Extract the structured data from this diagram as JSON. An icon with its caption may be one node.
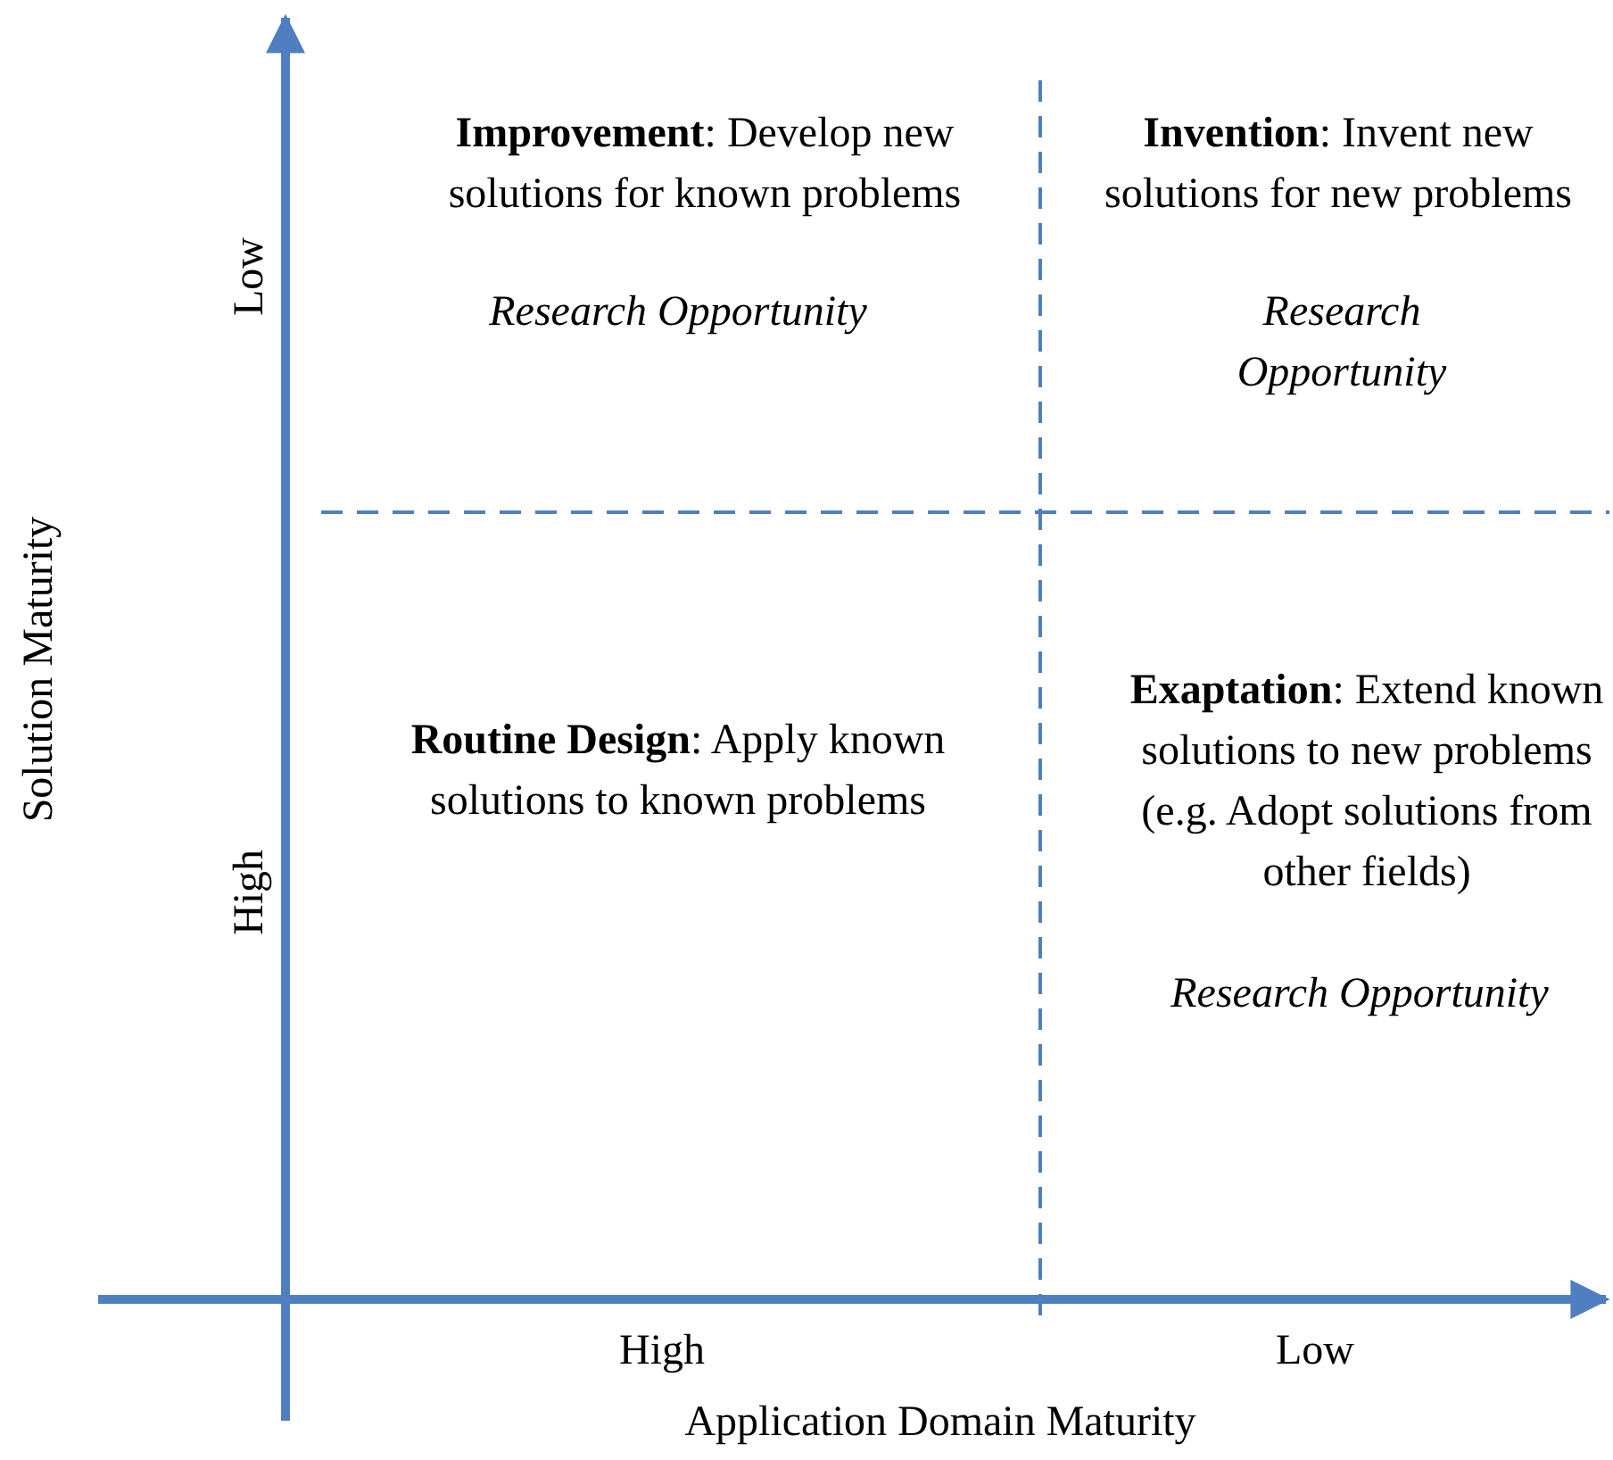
{
  "diagram": {
    "labels": [
      "**Improvement**: Develop new solutions for known problems",
      "Research Opportunity",
      "**Invention**: Invent new solutions for new problems",
      "Research Opportunity",
      "Low",
      "Solution Maturity",
      "High",
      "**Routine Design**: Apply known solutions to known problems",
      "**Exaptation**: Extend known solutions to new problems (e.g. Adopt solutions from other fields)",
      "Research Opportunity",
      "High",
      "Low",
      "Application Domain Maturity"
    ]
  }
}
